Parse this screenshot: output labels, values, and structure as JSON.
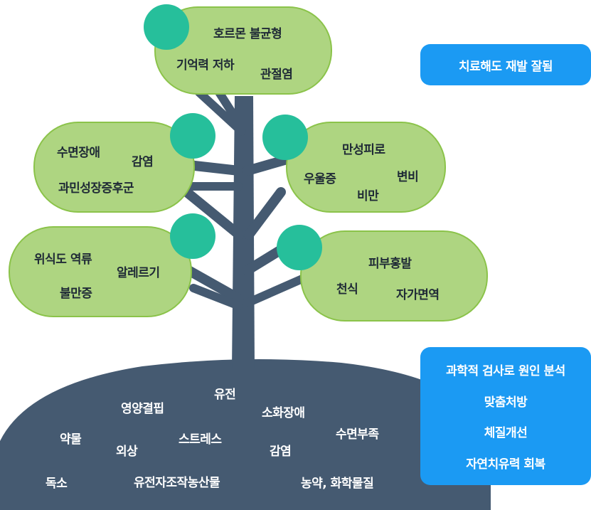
{
  "clouds": {
    "top": [
      "호르몬 불균형",
      "기억력 저하",
      "관절염"
    ],
    "left_upper": [
      "수면장애",
      "감염",
      "과민성장증후군"
    ],
    "right_upper": [
      "만성피로",
      "우울증",
      "변비",
      "비만"
    ],
    "left_lower": [
      "위식도 역류",
      "알레르기",
      "불만증"
    ],
    "right_lower": [
      "피부홍발",
      "천식",
      "자가면역"
    ]
  },
  "roots": [
    "영양결핍",
    "유전",
    "소화장애",
    "약물",
    "외상",
    "스트레스",
    "감염",
    "수면부족",
    "독소",
    "유전자조작농산물",
    "농약, 화학물질"
  ],
  "badge_top": "치료해도 재발 잘됨",
  "badge_bottom": [
    "과학적 검사로 원인 분석",
    "맞춤처방",
    "체질개선",
    "자연치유력 회복"
  ],
  "colors": {
    "leaf": "#aed581",
    "leaf_edge": "#8bc34a",
    "dot": "#26bf9b",
    "trunk": "#455a71",
    "badge": "#1b9af3"
  }
}
